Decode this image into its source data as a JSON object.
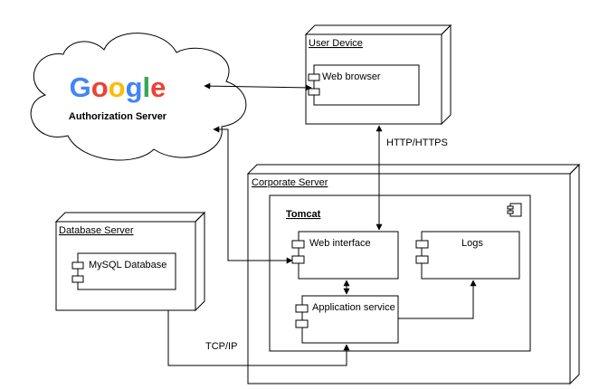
{
  "cloud": {
    "logo_text": "Google",
    "label": "Authorization Server",
    "logo_colors": [
      "#4285F4",
      "#EA4335",
      "#FBBC05",
      "#4285F4",
      "#34A853",
      "#EA4335"
    ]
  },
  "nodes": {
    "user_device": "User Device",
    "corporate_server": "Corporate Server",
    "database_server": "Database Server"
  },
  "tomcat": {
    "label": "Tomcat"
  },
  "components": {
    "web_browser": "Web browser",
    "web_interface": "Web interface",
    "logs": "Logs",
    "application_service": "Application service",
    "mysql_database": "MySQL Database"
  },
  "connections": {
    "http_label": "HTTP/HTTPS",
    "tcpip_label": "TCP/IP"
  }
}
